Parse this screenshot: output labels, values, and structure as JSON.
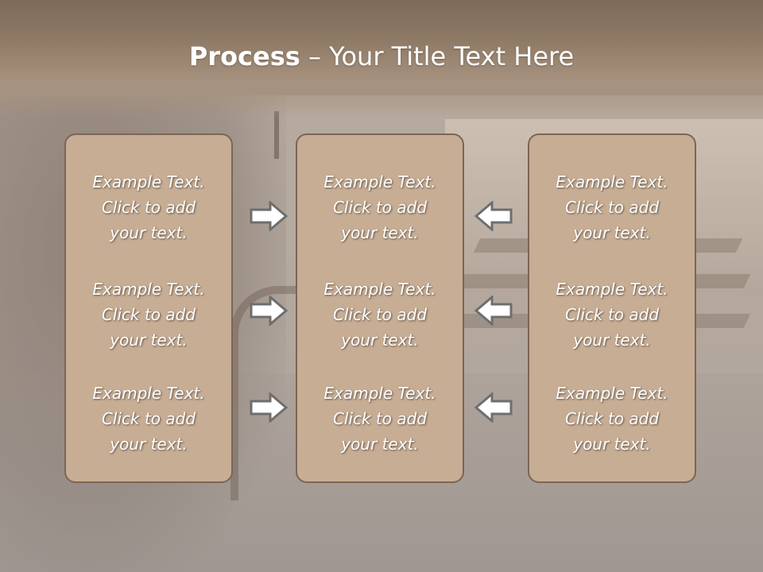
{
  "slide": {
    "title_bold": "Process",
    "title_rest": " – Your Title Text Here"
  },
  "columns": [
    {
      "items": [
        {
          "line1": "Example Text.",
          "line2": "Click  to add",
          "line3": "your text."
        },
        {
          "line1": "Example Text.",
          "line2": "Click  to add",
          "line3": "your text."
        },
        {
          "line1": "Example Text.",
          "line2": "Click  to add",
          "line3": "your text."
        }
      ]
    },
    {
      "items": [
        {
          "line1": "Example Text.",
          "line2": "Click  to add",
          "line3": "your text."
        },
        {
          "line1": "Example Text.",
          "line2": "Click  to add",
          "line3": "your text."
        },
        {
          "line1": "Example Text.",
          "line2": "Click  to add",
          "line3": "your text."
        }
      ]
    },
    {
      "items": [
        {
          "line1": "Example Text.",
          "line2": "Click  to add",
          "line3": "your text."
        },
        {
          "line1": "Example Text.",
          "line2": "Click  to add",
          "line3": "your text."
        },
        {
          "line1": "Example Text.",
          "line2": "Click  to add",
          "line3": "your text."
        }
      ]
    }
  ],
  "icons": {
    "left_arrows": "arrow-right-icon",
    "right_arrows": "arrow-left-icon"
  },
  "colors": {
    "box_fill": "#c7ad94",
    "box_border": "#7b6655",
    "header": "#8f7b66",
    "text": "#ffffff"
  }
}
